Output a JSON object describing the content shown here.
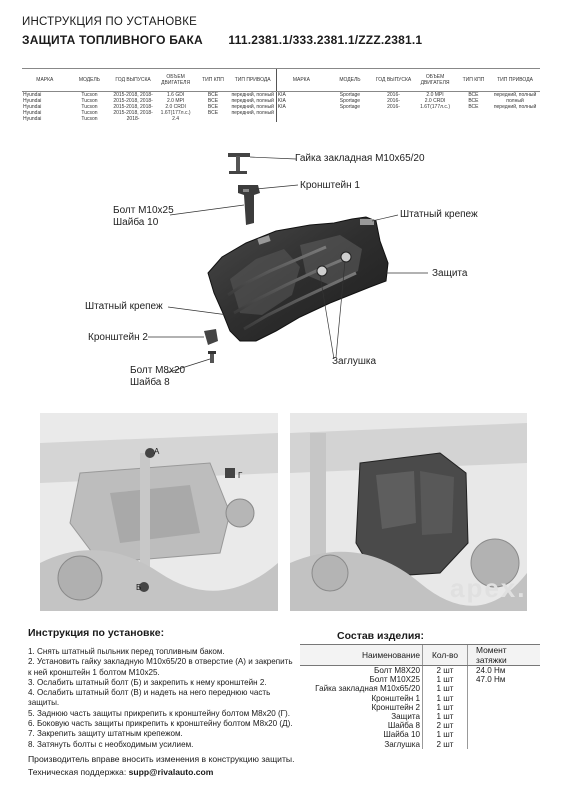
{
  "header": {
    "line1": "ИНСТРУКЦИЯ ПО УСТАНОВКЕ",
    "line2": "ЗАЩИТА ТОПЛИВНОГО БАКА",
    "codes": "111.2381.1/333.2381.1/ZZZ.2381.1"
  },
  "application_table": {
    "columns": [
      "МАРКА",
      "МОДЕЛЬ",
      "ГОД ВЫПУСКА",
      "ОБЪЕМ ДВИГАТЕЛЯ",
      "ТИП КПП",
      "ТИП ПРИВОДА",
      "МАРКА",
      "МОДЕЛЬ",
      "ГОД ВЫПУСКА",
      "ОБЪЕМ ДВИГАТЕЛЯ",
      "ТИП КПП",
      "ТИП ПРИВОДА"
    ],
    "rows": [
      [
        "Hyundai",
        "Tucson",
        "2015-2018, 2018-",
        "1.6 GDI",
        "ВСЕ",
        "передний, полный",
        "KIA",
        "Sportage",
        "2016-",
        "2.0 MPI",
        "ВСЕ",
        "передний, полный"
      ],
      [
        "Hyundai",
        "Tucson",
        "2015-2018, 2018-",
        "2.0 MPI",
        "ВСЕ",
        "передний, полный",
        "KIA",
        "Sportage",
        "2016-",
        "2.0 CRDI",
        "ВСЕ",
        "полный"
      ],
      [
        "Hyundai",
        "Tucson",
        "2015-2018, 2018-",
        "2.0 CRDI",
        "ВСЕ",
        "передний, полный",
        "KIA",
        "Sportage",
        "2016-",
        "1.6T(177л.с.)",
        "ВСЕ",
        "передний, полный"
      ],
      [
        "Hyundai",
        "Tucson",
        "2015-2018, 2018-",
        "1.6T(177л.с.)",
        "ВСЕ",
        "передний, полный",
        "",
        "",
        "",
        "",
        "",
        ""
      ],
      [
        "Hyundai",
        "Tucson",
        "2018-",
        "2.4",
        "",
        "",
        "",
        "",
        "",
        "",
        "",
        ""
      ]
    ]
  },
  "diagram_labels": {
    "nut": "Гайка закладная М10х65/20",
    "bracket1": "Кронштейн 1",
    "bolt_m10": "Болт М10х25",
    "washer10": "Шайба 10",
    "std_mount_right": "Штатный крепеж",
    "guard": "Защита",
    "std_mount_left": "Штатный крепеж",
    "bracket2": "Кронштейн 2",
    "plug": "Заглушка",
    "bolt_m8": "Болт М8х20",
    "washer8": "Шайба 8"
  },
  "photo_labels": {
    "a": "А",
    "b": "Б",
    "g": "Г"
  },
  "instructions": {
    "title": "Инструкция по установке:",
    "steps": [
      "1. Снять штатный пыльник перед топливным баком.",
      "2. Установить гайку закладную М10х65/20 в отверстие (А) и закрепить",
      "к ней кронштейн 1 болтом М10х25.",
      "3. Ослабить штатный болт (Б) и закрепить к нему кронштейн 2.",
      "4. Ослабить штатный болт (В) и надеть на него переднюю часть",
      "защиты.",
      "5. Заднюю часть защиты прикрепить к кронштейну болтом М8х20 (Г).",
      "6. Боковую часть защиты прикрепить к кронштейну болтом М8х20 (Д).",
      "7. Закрепить защиту штатным крепежом.",
      "8. Затянуть болты с необходимым усилием."
    ]
  },
  "components": {
    "title": "Состав изделия:",
    "headers": [
      "Наименование",
      "Кол-во",
      "Момент затяжки"
    ],
    "rows": [
      [
        "Болт М8Х20",
        "2 шт",
        "24.0 Нм"
      ],
      [
        "Болт М10Х25",
        "1 шт",
        "47.0 Нм"
      ],
      [
        "Гайка закладная М10х65/20",
        "1 шт",
        ""
      ],
      [
        "Кронштейн 1",
        "1 шт",
        ""
      ],
      [
        "Кронштейн 2",
        "1 шт",
        ""
      ],
      [
        "Защита",
        "1 шт",
        ""
      ],
      [
        "Шайба 8",
        "2 шт",
        ""
      ],
      [
        "Шайба 10",
        "1 шт",
        ""
      ],
      [
        "Заглушка",
        "2 шт",
        ""
      ]
    ]
  },
  "footer": {
    "line1": "Производитель вправе вносить изменения в конструкцию защиты.",
    "support_label": "Техническая поддержка:",
    "support_email": "supp@rivalauto.com"
  },
  "watermark": "apex.ru"
}
